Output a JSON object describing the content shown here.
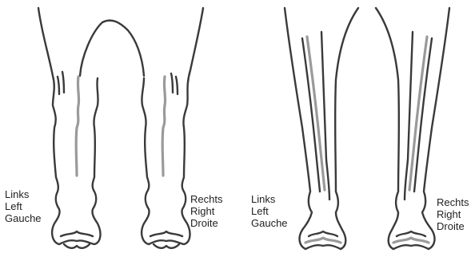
{
  "front_view": {
    "left_label": [
      "Links",
      "Left",
      "Gauche"
    ],
    "right_label": [
      "Rechts",
      "Right",
      "Droite"
    ]
  },
  "rear_view": {
    "left_label": [
      "Links",
      "Left",
      "Gauche"
    ],
    "right_label": [
      "Rechts",
      "Right",
      "Droite"
    ]
  },
  "colors": {
    "outline": "#3a3a3a",
    "shade": "#9a9a9a"
  }
}
